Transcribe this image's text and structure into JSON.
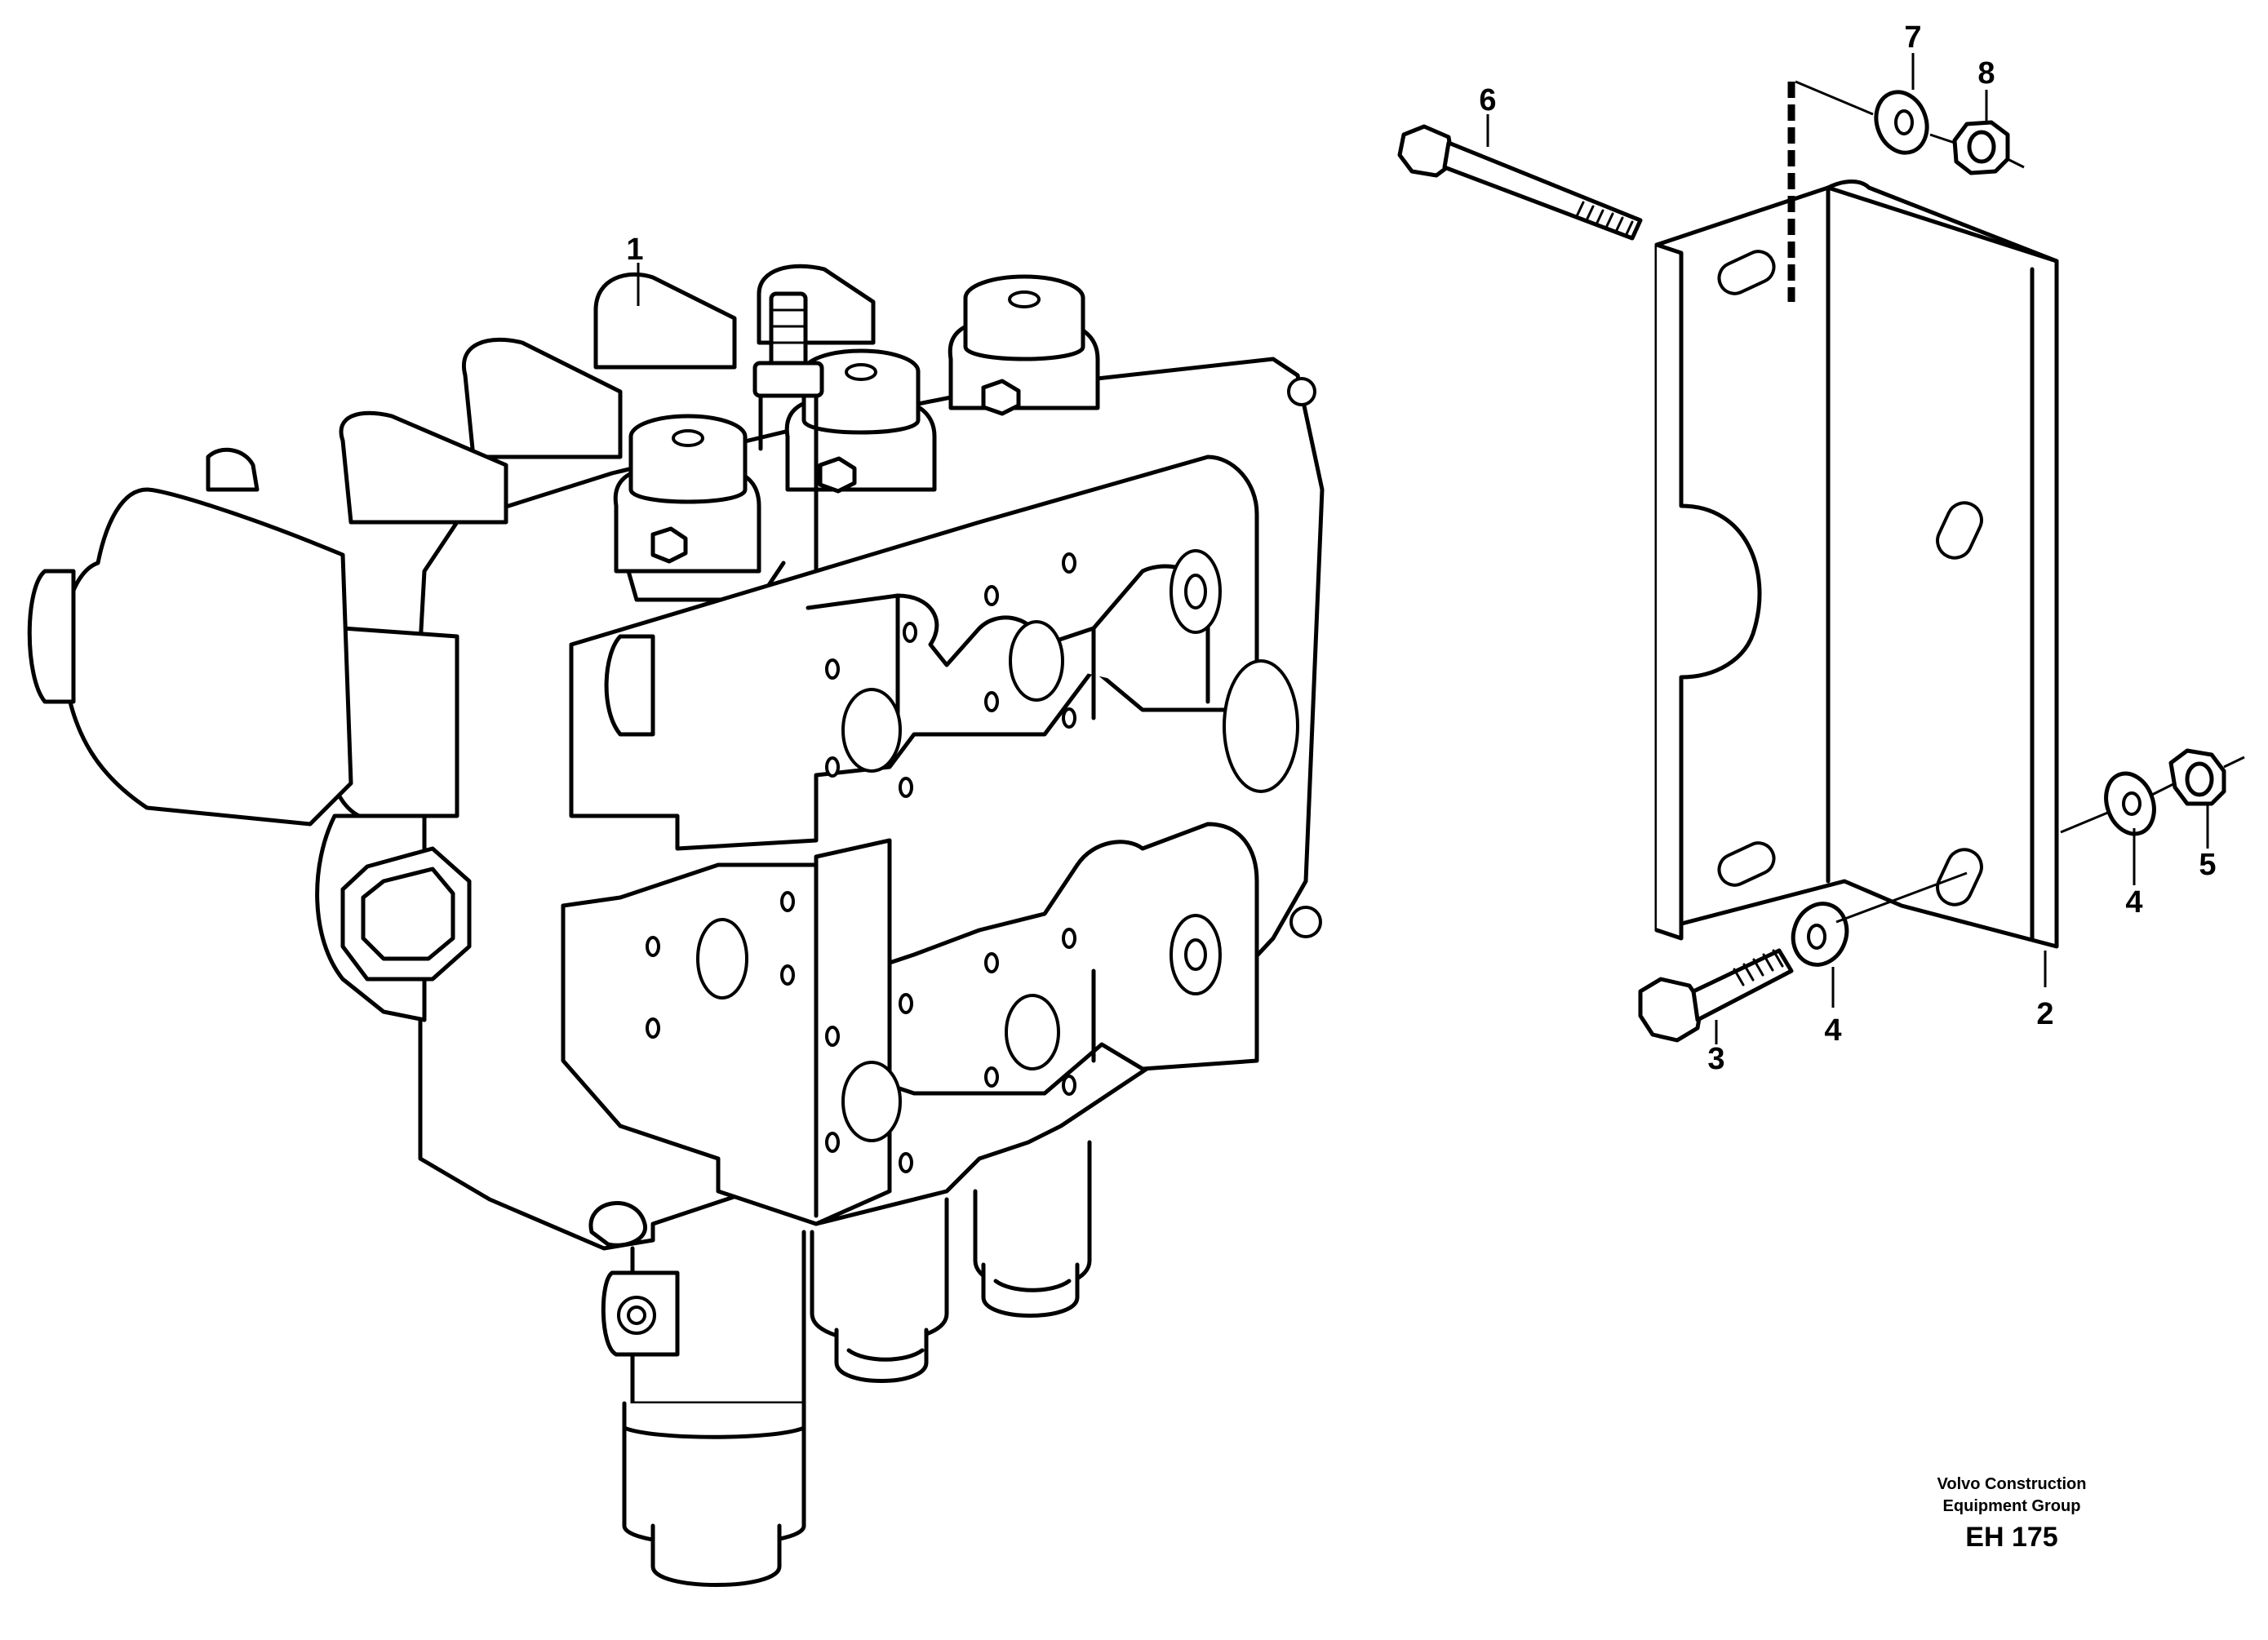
{
  "callouts": {
    "c1": "1",
    "c2": "2",
    "c3": "3",
    "c4a": "4",
    "c4b": "4",
    "c5": "5",
    "c6": "6",
    "c7": "7",
    "c8": "8"
  },
  "footer": {
    "company_line1": "Volvo Construction",
    "company_line2": "Equipment Group",
    "code": "EH 175"
  },
  "icons": [
    "control-valve-assembly",
    "mounting-bracket",
    "bolt",
    "washer",
    "nut"
  ],
  "colors": {
    "line": "#000000",
    "background": "#ffffff"
  }
}
